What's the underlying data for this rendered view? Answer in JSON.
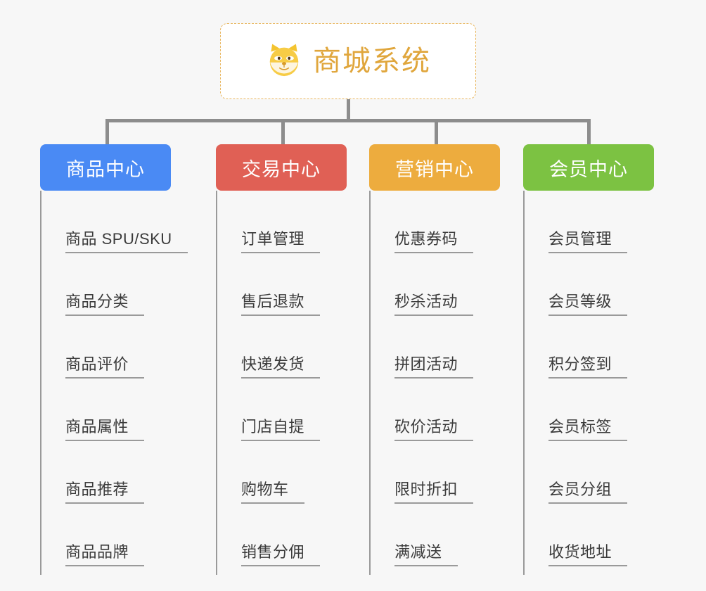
{
  "diagram": {
    "type": "mind-map-tree",
    "background_color": "#f7f7f7",
    "root": {
      "title": "商城系统",
      "icon": "shiba-dog-face-icon",
      "border_color": "#e8b55c",
      "text_color": "#e0a63c",
      "fill_color": "#ffffff"
    },
    "connector_color": "#8d8d8d",
    "branches": [
      {
        "label": "商品中心",
        "color": "#4a8af4",
        "items": [
          "商品 SPU/SKU",
          "商品分类",
          "商品评价",
          "商品属性",
          "商品推荐",
          "商品品牌"
        ]
      },
      {
        "label": "交易中心",
        "color": "#e06055",
        "items": [
          "订单管理",
          "售后退款",
          "快递发货",
          "门店自提",
          "购物车",
          "销售分佣"
        ]
      },
      {
        "label": "营销中心",
        "color": "#edac3e",
        "items": [
          "优惠券码",
          "秒杀活动",
          "拼团活动",
          "砍价活动",
          "限时折扣",
          "满减送"
        ]
      },
      {
        "label": "会员中心",
        "color": "#7cc242",
        "items": [
          "会员管理",
          "会员等级",
          "积分签到",
          "会员标签",
          "会员分组",
          "收货地址"
        ]
      }
    ]
  }
}
